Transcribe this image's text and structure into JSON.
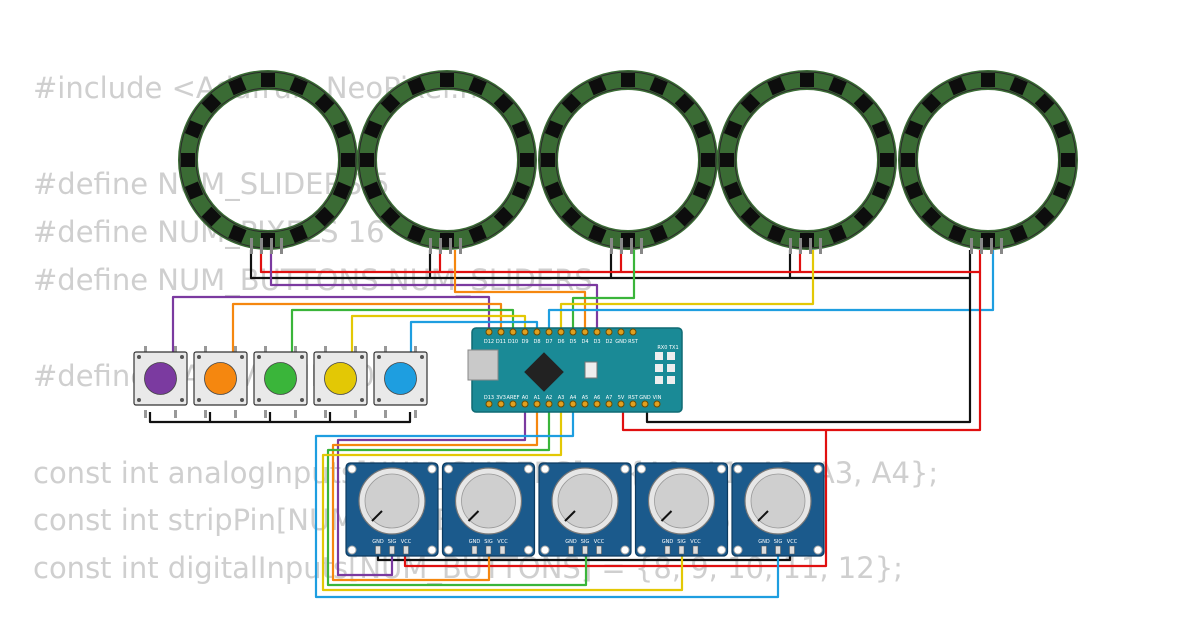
{
  "code_lines": [
    "#include <Adafruit_NeoPixel.h>",
    "#define NUM_SLIDERS 5",
    "#define NUM_PIXELS 16",
    "#define NUM_BUTTONS NUM_SLIDERS",
    "#define MAX_VALUE 1023",
    "const int analogInputs[NUM_SLIDERS] = {A0, A1, A2, A3, A4};",
    "const int stripPin[NUM_SLIDERS] = {2, 3, 4, 5, 6};",
    "const int digitalInputs[NUM_BUTTONS] = {8, 9, 10, 11, 12};"
  ],
  "rings": [
    {
      "name": "ring-1"
    },
    {
      "name": "ring-2"
    },
    {
      "name": "ring-3"
    },
    {
      "name": "ring-4"
    },
    {
      "name": "ring-5"
    }
  ],
  "buttons": [
    {
      "color": "#7b3aa0",
      "name": "purple"
    },
    {
      "color": "#f5870f",
      "name": "orange"
    },
    {
      "color": "#3ab53a",
      "name": "green"
    },
    {
      "color": "#e3c805",
      "name": "yellow"
    },
    {
      "color": "#1e9ee0",
      "name": "blue"
    }
  ],
  "pot_pin_labels": [
    "GND",
    "SIG",
    "VCC"
  ],
  "arduino": {
    "top_pins": [
      "D12",
      "D11",
      "D10",
      "D9",
      "D8",
      "D7",
      "D6",
      "D5",
      "D4",
      "D3",
      "D2",
      "GND",
      "RST"
    ],
    "bottom_pins": [
      "D13",
      "3V3",
      "AREF",
      "A0",
      "A1",
      "A2",
      "A3",
      "A4",
      "A5",
      "A6",
      "A7",
      "5V",
      "RST",
      "GND",
      "VIN"
    ],
    "rx_tx": "RX0 TX1"
  },
  "wire_colors": {
    "purple": "#7b3aa0",
    "orange": "#f5870f",
    "green": "#3ab53a",
    "yellow": "#e3c805",
    "blue": "#1e9ee0",
    "red": "#e01010",
    "black": "#111111"
  }
}
